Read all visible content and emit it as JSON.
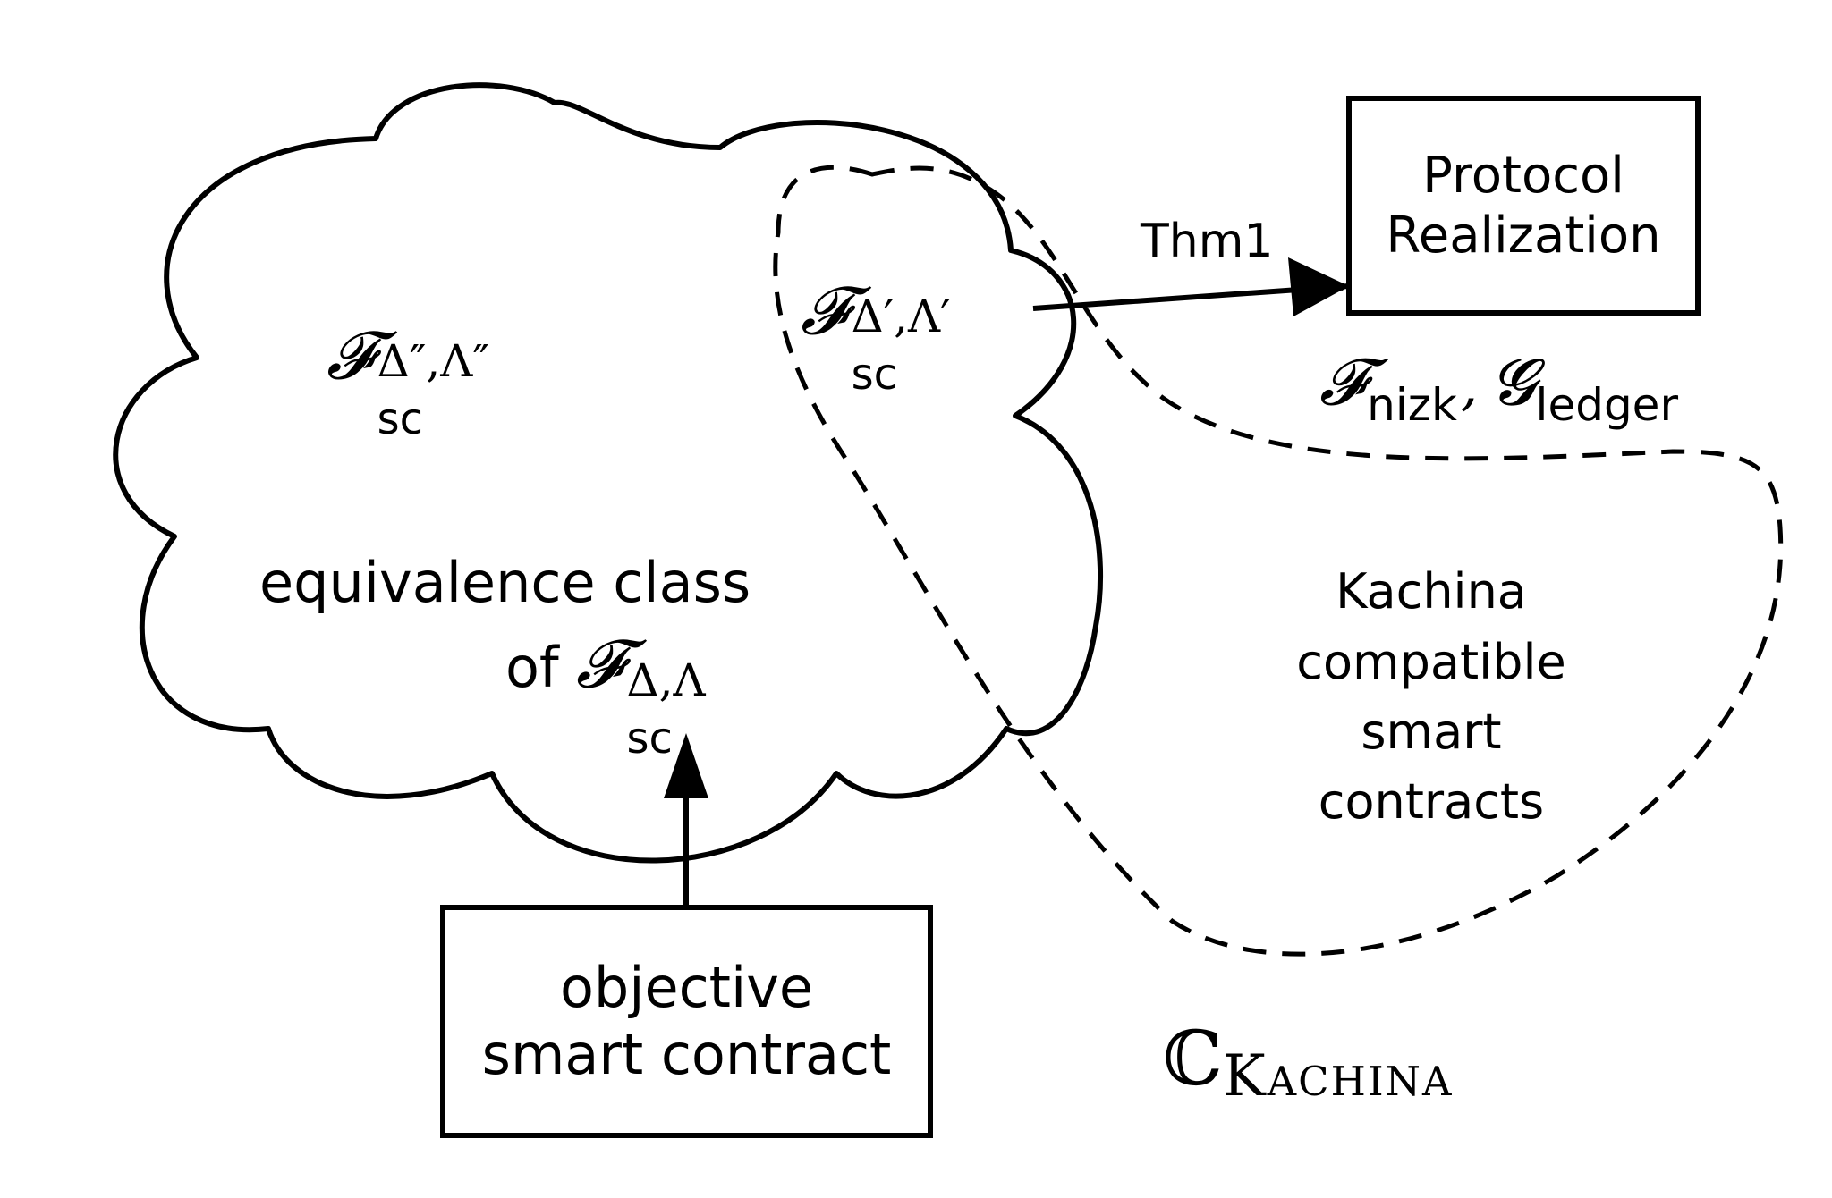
{
  "functionalities": {
    "f_double_prime": {
      "base": "𝓕",
      "sub": "sc",
      "sup": "Δ″,Λ″"
    },
    "f_prime": {
      "base": "𝓕",
      "sub": "sc",
      "sup": "Δ′,Λ′"
    },
    "f_base": {
      "base": "𝓕",
      "sub": "sc",
      "sup": "Δ,Λ"
    }
  },
  "cloud": {
    "line1": "equivalence class",
    "line2_prefix": "of"
  },
  "objective_box": {
    "line1": "objective",
    "line2": "smart contract"
  },
  "protocol_box": {
    "line1": "Protocol",
    "line2": "Realization"
  },
  "arrow_label": "Thm1",
  "hybrids": {
    "f_nizk": {
      "base": "𝓕",
      "sub": "nizk"
    },
    "separator": ",",
    "g_ledger": {
      "base": "𝓖",
      "sub": "ledger"
    }
  },
  "kachina_region": {
    "line1": "Kachina",
    "line2": "compatible",
    "line3": "smart",
    "line4": "contracts"
  },
  "class_name": {
    "symbol": "ℂ",
    "sub": "Kachina"
  }
}
